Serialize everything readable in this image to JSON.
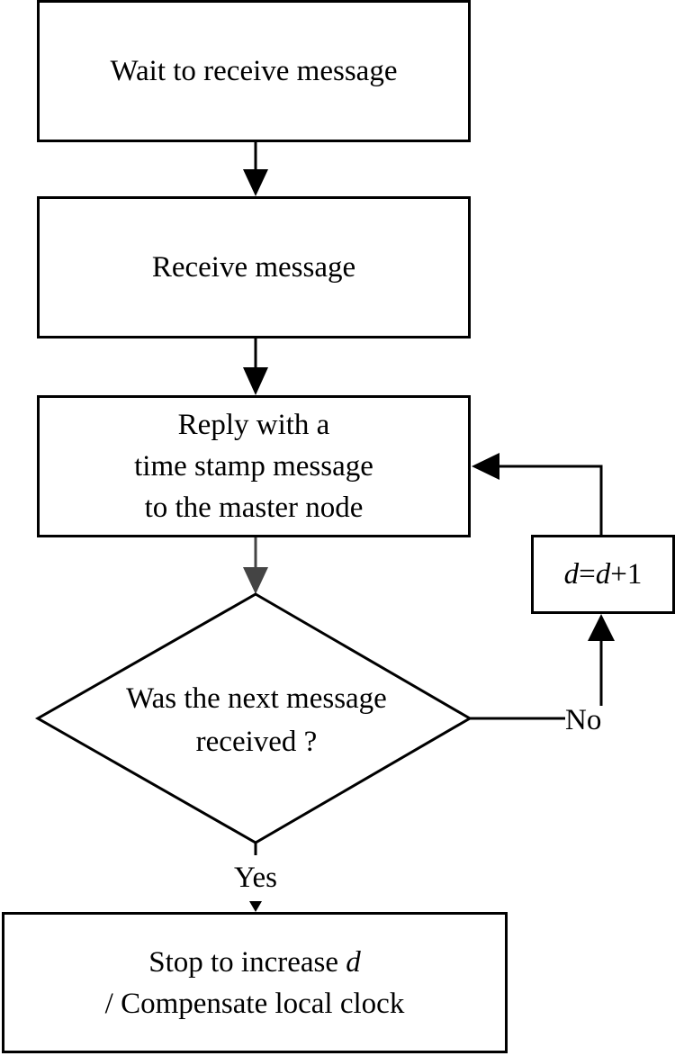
{
  "nodes": {
    "wait": {
      "text": "Wait to receive message"
    },
    "receive": {
      "text": "Receive message"
    },
    "reply": {
      "lines": [
        "Reply with a",
        "time stamp message",
        "to the master node"
      ]
    },
    "decision": {
      "lines": [
        "Was the next message",
        "received ?"
      ]
    },
    "increment": {
      "var1": "d",
      "op": "=",
      "var2": "d",
      "rest": "+1"
    },
    "stop": {
      "line1_text": "Stop to increase ",
      "line1_var": "d",
      "line2": "/ Compensate local clock"
    }
  },
  "edges": {
    "no_label": "No",
    "yes_label": "Yes"
  }
}
